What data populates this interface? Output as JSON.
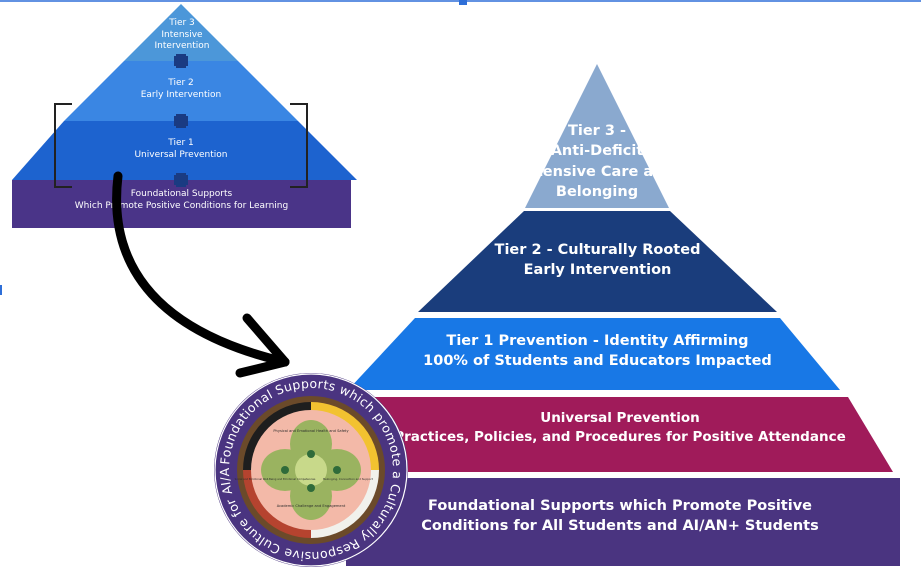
{
  "colors": {
    "tier3_small": "#4c97d9",
    "tier2_small": "#3a86e3",
    "tier1_small": "#1d63cf",
    "foundation_small": "#4a3488",
    "tier3_large": "#8aa9cf",
    "tier2_large": "#1a3d7c",
    "tier1_large": "#1878e6",
    "universal_large": "#a01b5a",
    "foundation_large": "#4a3480",
    "arrow": "#000000",
    "ring_dark": "#4a3480"
  },
  "small_pyramid": {
    "tier3": {
      "line1": "Tier 3",
      "line2": "Intensive",
      "line3": "Intervention"
    },
    "tier2": {
      "line1": "Tier 2",
      "line2": "Early Intervention"
    },
    "tier1": {
      "line1": "Tier 1",
      "line2": "Universal Prevention"
    },
    "foundation": {
      "line1": "Foundational Supports",
      "line2": "Which Promote Positive Conditions for Learning"
    },
    "plus_icon": "plus-icon"
  },
  "large_pyramid": {
    "tier3": {
      "line1": "Tier 3 -",
      "line2": "Anti-Deficit",
      "line3": "Intensive Care and",
      "line4": "Belonging"
    },
    "tier2": {
      "line1": "Tier 2 - Culturally Rooted",
      "line2": "Early Intervention"
    },
    "tier1": {
      "line1": "Tier 1 Prevention - Identity Affirming",
      "line2": "100% of Students and Educators Impacted"
    },
    "universal": {
      "line1": "Universal Prevention",
      "line2": "Practices, Policies, and Procedures for Positive Attendance"
    },
    "foundation": {
      "line1": "Foundational Supports which Promote Positive",
      "line2": "Conditions for All Students and AI/AN+ Students"
    }
  },
  "circle_emblem": {
    "ring_text": "Foundational Supports which promote a Culturally Responsive Culture for AI/AN+ students",
    "wheel_labels": {
      "top": "Physical and Emotional Health and Safety",
      "left": "Social and Emotional Well-Being and Emotional Competencies",
      "right": "Belonging, Connection and Support",
      "bottom": "Academic Challenge and Engagement"
    }
  }
}
